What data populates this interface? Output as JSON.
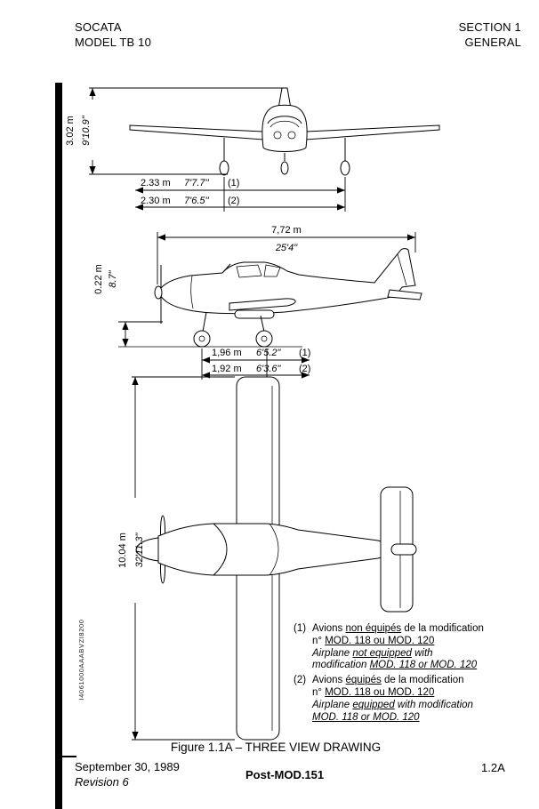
{
  "header": {
    "manufacturer": "SOCATA",
    "model": "MODEL TB 10",
    "section": "SECTION 1",
    "section_name": "GENERAL"
  },
  "dims": {
    "height_m": "3.02 m",
    "height_ft": "9'10.9''",
    "track_mod1_m": "2.33 m",
    "track_mod1_ft": "7'7.7''",
    "track_mod1_ref": "(1)",
    "track_mod2_m": "2.30 m",
    "track_mod2_ft": "7'6.5''",
    "track_mod2_ref": "(2)",
    "length_m": "7,72 m",
    "length_ft": "25'4\"",
    "clearance_m": "0.22 m",
    "clearance_ft": "8.7\"",
    "wheelbase_mod1_m": "1,96 m",
    "wheelbase_mod1_ft": "6'5.2\"",
    "wheelbase_mod1_ref": "(1)",
    "wheelbase_mod2_m": "1,92 m",
    "wheelbase_mod2_ft": "6'3.6\"",
    "wheelbase_mod2_ref": "(2)",
    "wingspan_m": "10.04 m",
    "wingspan_ft": "32'11.3\""
  },
  "drawing_code": "I4061000AAABVZI8200",
  "notes": {
    "n1": {
      "num": "(1)",
      "fr1a": "Avions ",
      "fr1b": "non équipés",
      "fr1c": " de la modification",
      "fr2a": "n° ",
      "fr2b": "MOD. 118 ou MOD. 120",
      "en1a": "Airplane ",
      "en1b": "not equipped",
      "en1c": " with",
      "en2a": "modification ",
      "en2b": "MOD. 118 or MOD. 120"
    },
    "n2": {
      "num": "(2)",
      "fr1a": "Avions ",
      "fr1b": "équipés",
      "fr1c": " de la modification",
      "fr2a": "n° ",
      "fr2b": "MOD. 118 ou MOD. 120",
      "en1a": "Airplane ",
      "en1b": "equipped",
      "en1c": " with modification",
      "en2a": "",
      "en2b": "MOD. 118 or MOD. 120"
    }
  },
  "caption": "Figure 1.1A – THREE VIEW DRAWING",
  "footer": {
    "date": "September 30, 1989",
    "revision": "Revision 6",
    "mod_status": "Post-MOD.151",
    "page_number": "1.2A"
  }
}
